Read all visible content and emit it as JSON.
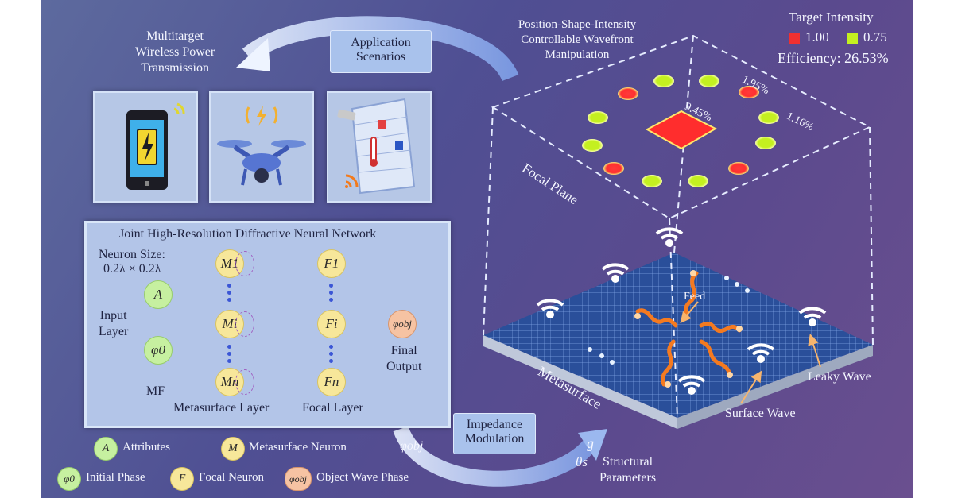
{
  "top": {
    "multitarget": [
      "Multitarget",
      "Wireless Power",
      "Transmission"
    ],
    "application": [
      "Application",
      "Scenarios"
    ],
    "wavefront": [
      "Position-Shape-Intensity",
      "Controllable Wavefront",
      "Manipulation"
    ]
  },
  "legend_top": {
    "title": "Target Intensity",
    "red_value": "1.00",
    "green_value": "0.75",
    "efficiency": "Efficiency: 26.53%",
    "red_color": "#f03030",
    "green_color": "#c4f020"
  },
  "plane": {
    "label_focal": "Focal Plane",
    "pct_1": "1.95%",
    "pct_2": "9.45%",
    "pct_3": "1.16%"
  },
  "network": {
    "title": "Joint High-Resolution Diffractive Neural Network",
    "neuron_size": [
      "Neuron Size:",
      "0.2λ × 0.2λ"
    ],
    "input_label": [
      "Input",
      "Layer"
    ],
    "mf": "MF",
    "meta_label": "Metasurface Layer",
    "focal_label": "Focal Layer",
    "final_label": [
      "Final",
      "Output"
    ],
    "node_a": "A",
    "node_phi0": "φ0",
    "node_m1": "M1",
    "node_mi": "Mi",
    "node_mn": "Mn",
    "node_f1": "F1",
    "node_fi": "Fi",
    "node_fn": "Fn",
    "node_phiobj": "φobj"
  },
  "legend_bottom": {
    "a_sym": "A",
    "a_text": "Attributes",
    "m_sym": "M",
    "m_text": "Metasurface Neuron",
    "phi0_sym": "φ0",
    "phi0_text": "Initial Phase",
    "f_sym": "F",
    "f_text": "Focal Neuron",
    "phiobj_sym": "φobj",
    "phiobj_text": "Object Wave Phase"
  },
  "bottom": {
    "impedance": [
      "Impedance",
      "Modulation"
    ],
    "phi_obj": "φobj",
    "g": "g",
    "theta": "θs",
    "structural": [
      "Structural",
      "Parameters"
    ],
    "metasurface": "Metasurface",
    "surface_wave": "Surface Wave",
    "leaky_wave": "Leaky Wave",
    "feed": "Feed"
  },
  "icons": [
    "smartphone-icon",
    "drone-icon",
    "smart-home-icon"
  ]
}
